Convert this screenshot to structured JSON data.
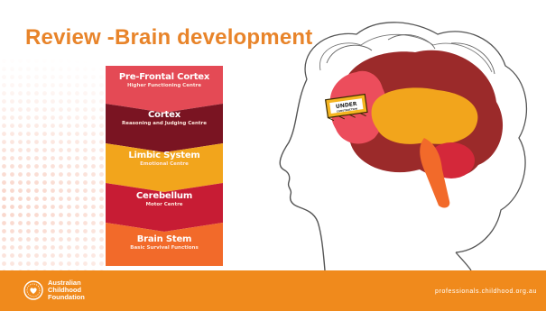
{
  "slide": {
    "title": "Review -Brain development",
    "layers": [
      {
        "name": "Pre-Frontal Cortex",
        "sub": "Higher Functioning Centre",
        "color": "#e44a55"
      },
      {
        "name": "Cortex",
        "sub": "Reasoning and Judging Centre",
        "color": "#7a1422"
      },
      {
        "name": "Limbic System",
        "sub": "Emotional Centre",
        "color": "#f2a51c"
      },
      {
        "name": "Cerebellum",
        "sub": "Motor Centre",
        "color": "#c71c34"
      },
      {
        "name": "Brain Stem",
        "sub": "Basic Survival Functions",
        "color": "#f26a2a"
      }
    ],
    "sign": {
      "line1": "UNDER",
      "line2": "CONSTRUCTION"
    }
  },
  "footer": {
    "org_line1": "Australian",
    "org_line2": "Childhood",
    "org_line3": "Foundation",
    "url": "professionals.childhood.org.au",
    "color": "#f08a1c"
  }
}
